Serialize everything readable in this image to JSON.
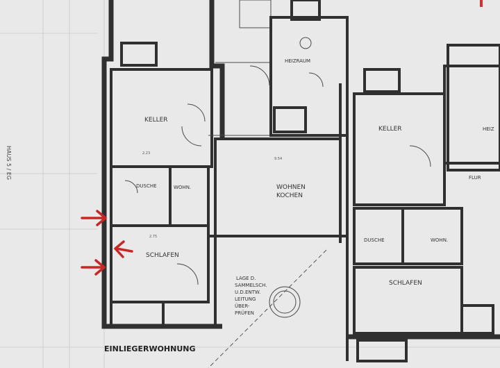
{
  "labels": {
    "edge_left": "HAUS 5 / EG",
    "room_keller_left": "KELLER",
    "room_dusche_left": "DUSCHE",
    "room_wohnkochen_left": "WOHN.",
    "room_wohnen": "WOHNEN",
    "room_kochen": "KOCHEN",
    "room_schlafen_left": "SCHLAFEN",
    "room_heizraum": "HEIZRAUM",
    "room_keller_right": "KELLER",
    "room_dusche_right": "DUSCHE",
    "room_wohn_right": "WOHN.",
    "room_flur_right": "FLUR",
    "room_heiz_right": "HEIZ",
    "room_schlafen_right": "SCHLAFEN",
    "note_line1": "LAGE D.",
    "note_line2": "SAMMELSCH.",
    "note_line3": "U.D.ENTW.",
    "note_line4": "LEITUNG",
    "note_line5": "ÜBER-",
    "note_line6": "PRÜFEN",
    "caption": "EINLIEGERWOHNUNG",
    "dim_954": "9.54",
    "dim_275": "2.75",
    "dim_223": "2.23"
  },
  "colors": {
    "paper": "#e9e9e9",
    "ink": "#303030",
    "arrow": "#c62828",
    "mark": "#d32f2f"
  },
  "annotations": {
    "arrow_count": 3
  }
}
